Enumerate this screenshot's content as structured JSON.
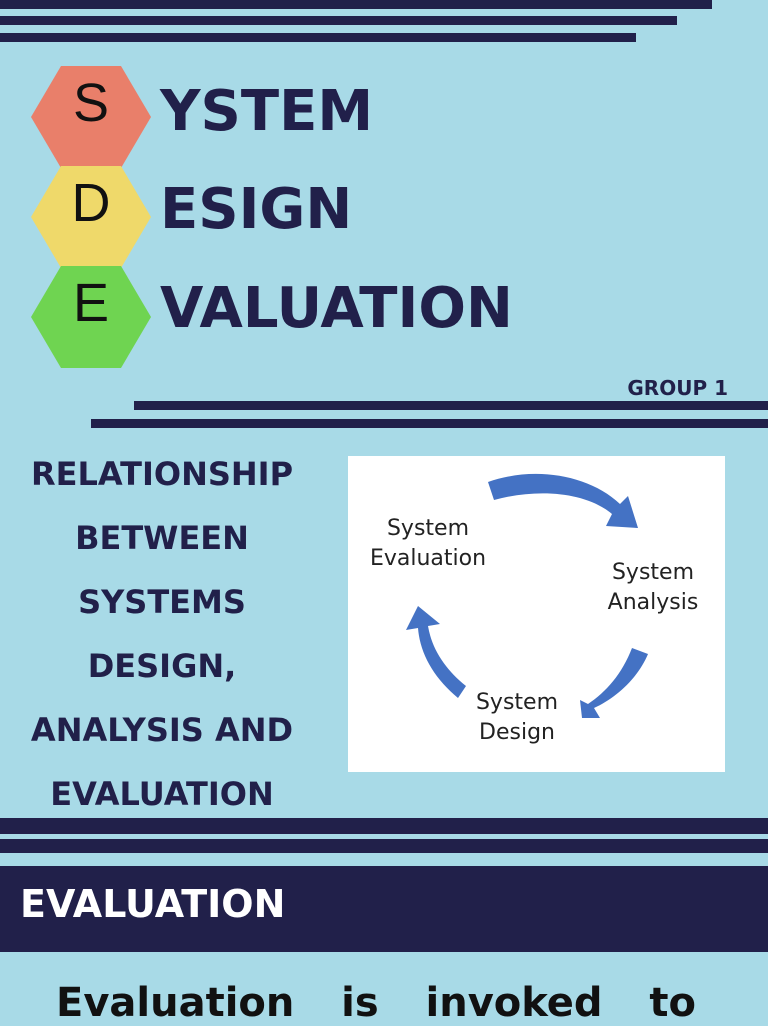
{
  "title": {
    "rows": [
      {
        "letter": "S",
        "rest": "YSTEM",
        "color": "#e97f6a"
      },
      {
        "letter": "D",
        "rest": "ESIGN",
        "color": "#efd96a"
      },
      {
        "letter": "E",
        "rest": "VALUATION",
        "color": "#6fd451"
      }
    ]
  },
  "group_label": "GROUP 1",
  "relationship": {
    "lines": [
      "RELATIONSHIP",
      "BETWEEN",
      "SYSTEMS",
      "DESIGN,",
      "ANALYSIS AND",
      "EVALUATION"
    ]
  },
  "diagram": {
    "nodes": [
      {
        "line1": "System",
        "line2": "Evaluation"
      },
      {
        "line1": "System",
        "line2": "Analysis"
      },
      {
        "line1": "System",
        "line2": "Design"
      }
    ],
    "arrow_color": "#4472c4"
  },
  "section": {
    "heading": "EVALUATION",
    "body_words": [
      "Evaluation",
      "is",
      "invoked",
      "to"
    ]
  },
  "colors": {
    "background": "#a8dae7",
    "navy": "#21204a"
  }
}
